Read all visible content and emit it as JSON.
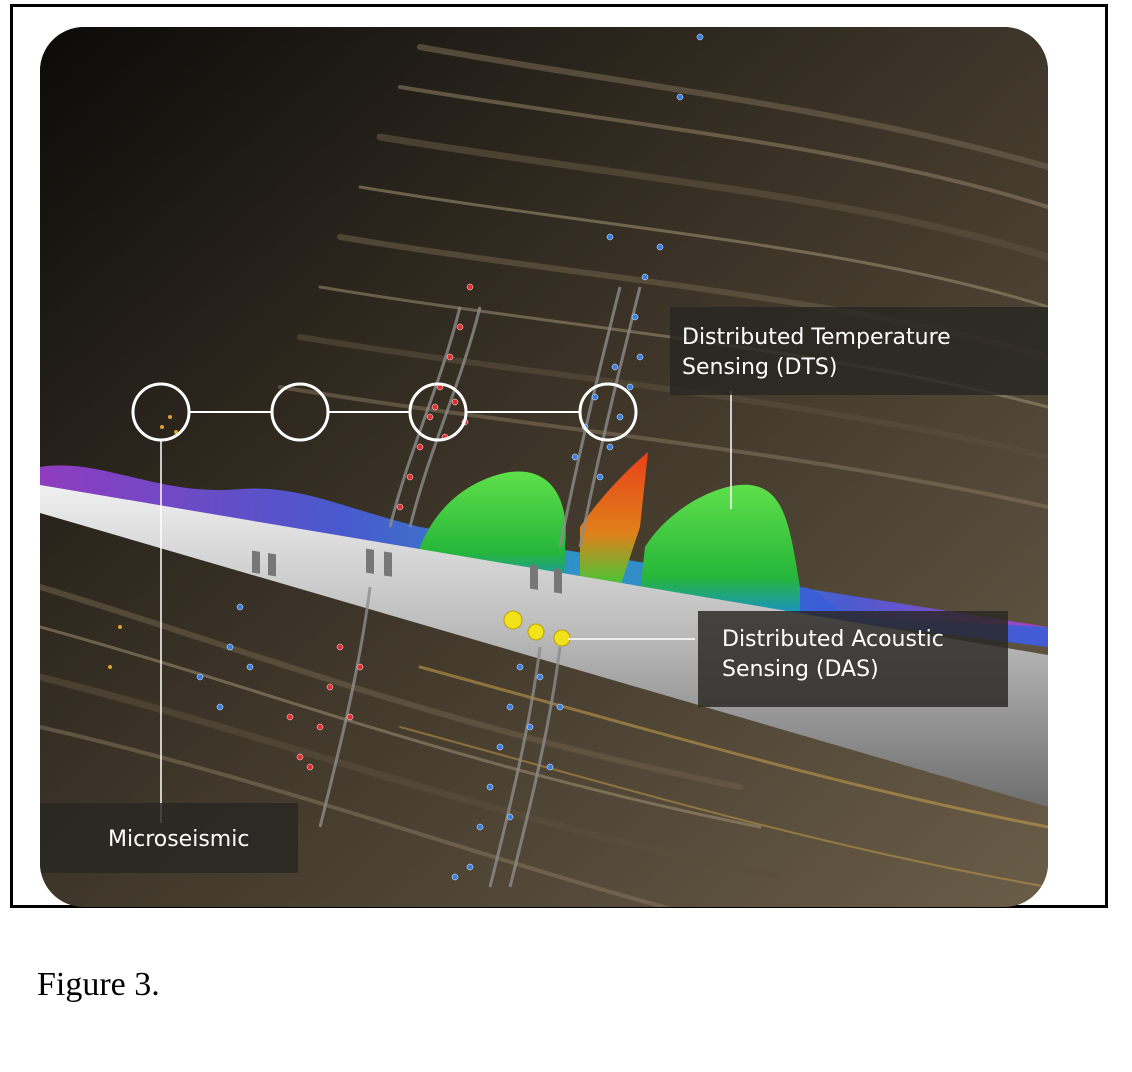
{
  "figure": {
    "caption": "Figure 3.",
    "labels": {
      "dts_line1": "Distributed Temperature",
      "dts_line2": "Sensing (DTS)",
      "das_line1": "Distributed Acoustic",
      "das_line2": "Sensing (DAS)",
      "microseismic": "Microseismic"
    },
    "colors": {
      "rock_dark": "#1a1611",
      "rock_mid": "#5c5140",
      "rock_light": "#a8977a",
      "wellbore": "#c8c8c8",
      "dts_green": "#3ec93a",
      "dts_red": "#e0401a",
      "dts_purple": "#9b3fd1",
      "event_red": "#e03030",
      "event_blue": "#3a7fe0",
      "das_yellow": "#f2e21a"
    }
  }
}
